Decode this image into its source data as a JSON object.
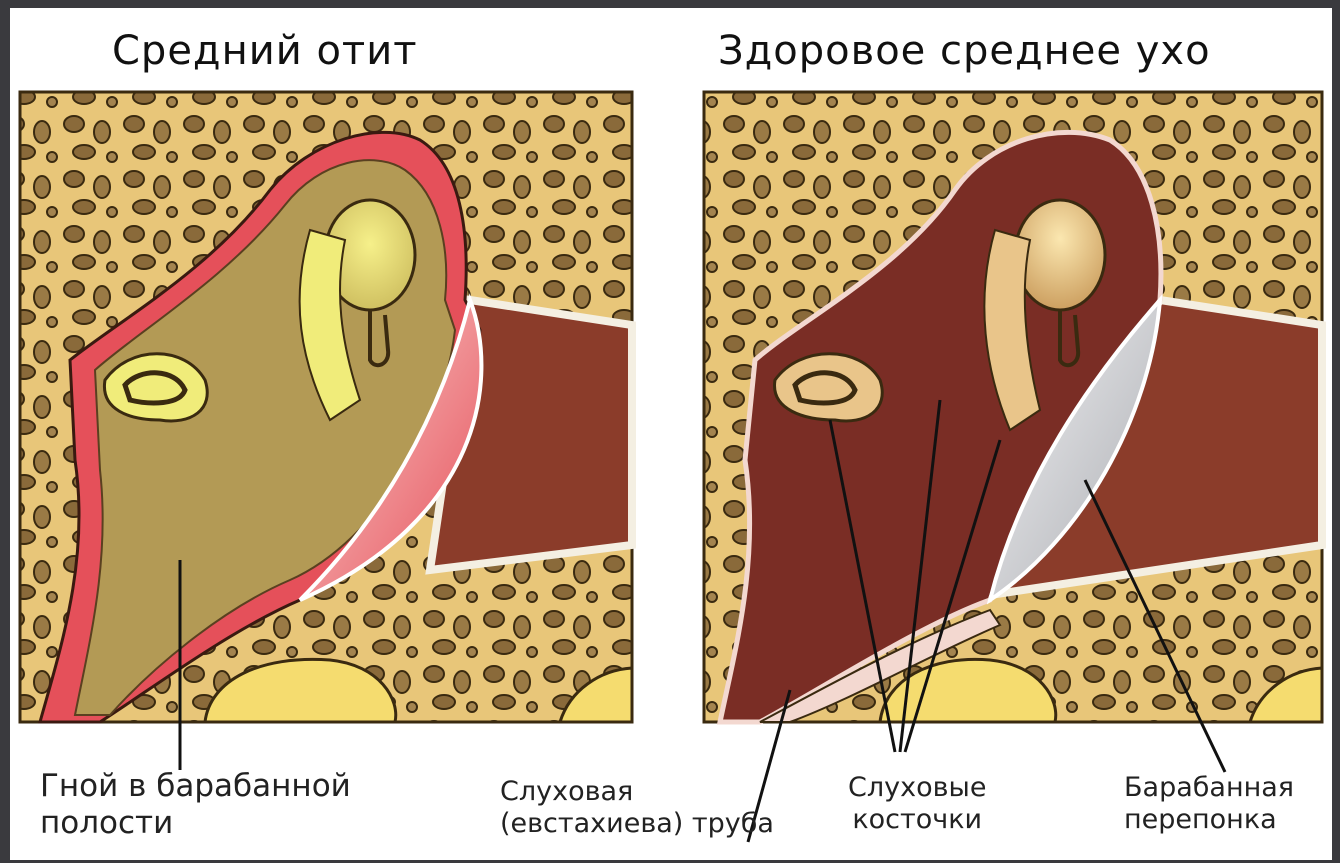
{
  "titles": {
    "left": "Средний отит",
    "right": "Здоровое среднее ухо"
  },
  "labels": {
    "pus_line1": "Гной в барабанной",
    "pus_line2": "полости",
    "tube_line1": "Слуховая",
    "tube_line2a": "(евстахиева)",
    "tube_line2b": "труба",
    "ossicles_line1": "Слуховые",
    "ossicles_line2": "косточки",
    "drum_line1": "Барабанная",
    "drum_line2": "перепонка"
  },
  "colors": {
    "bone": "#e8c679",
    "bone_pore": "#8a6a3a",
    "canal": "#8b3c2a",
    "inflamed": "#e5505a",
    "pus": "#b39a55",
    "ossicle_inflamed": "#f0ec7a",
    "cavity_healthy": "#7a2d25",
    "ossicle_healthy": "#e9c58a",
    "eardrum_healthy": "#d9dadd",
    "eardrum_inflamed": "#f07a82"
  }
}
